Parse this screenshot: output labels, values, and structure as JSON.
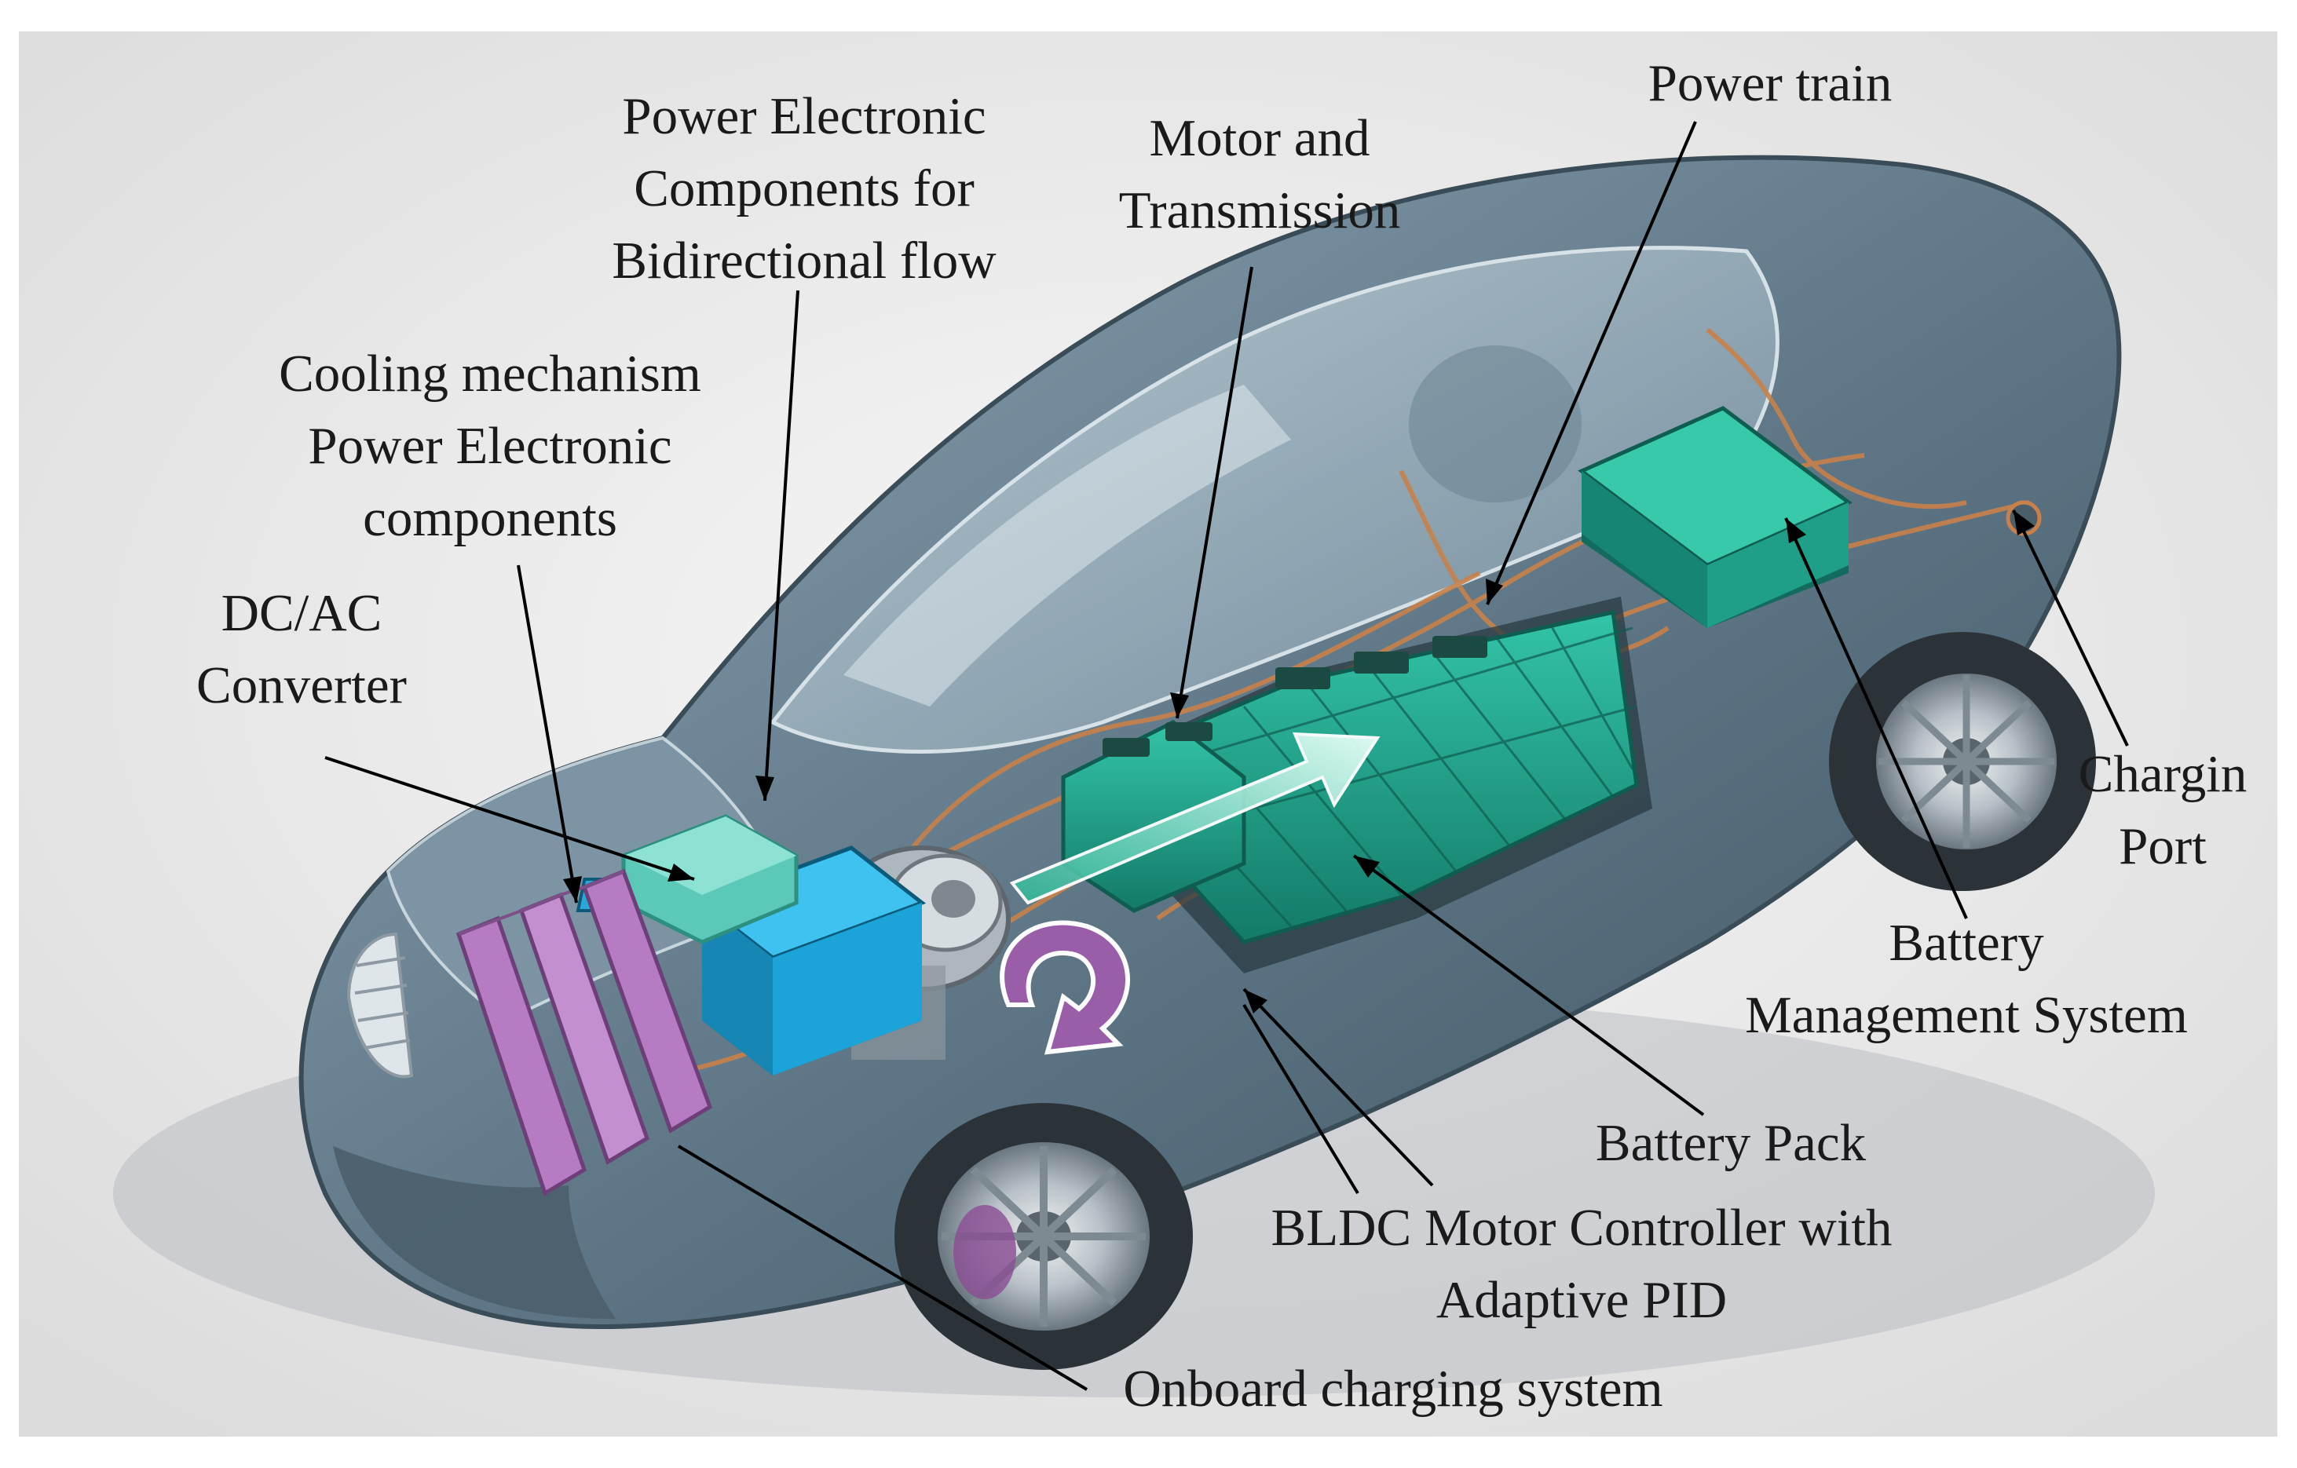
{
  "figure": {
    "colors": {
      "background": "#ececec",
      "car_body": "#5d7585",
      "battery": "#1f9e88",
      "converter": "#1ca3d8",
      "charger_modules": "#b77bc4",
      "wiring": "#c8814a",
      "leader_lines": "#000000"
    },
    "labels": {
      "power_electronic": [
        "Power Electronic",
        "Components for",
        "Bidirectional flow"
      ],
      "motor_transmission": [
        "Motor and",
        "Transmission"
      ],
      "power_train": [
        "Power train"
      ],
      "cooling": [
        "Cooling mechanism",
        "Power Electronic",
        "components"
      ],
      "dc_ac": [
        "DC/AC",
        "Converter"
      ],
      "charging_port": [
        "Chargin",
        "Port"
      ],
      "bms": [
        "Battery",
        "Management  System"
      ],
      "battery_pack": [
        "Battery Pack"
      ],
      "bldc": [
        "BLDC Motor Controller with",
        "Adaptive PID"
      ],
      "onboard": [
        "Onboard charging system"
      ]
    }
  }
}
